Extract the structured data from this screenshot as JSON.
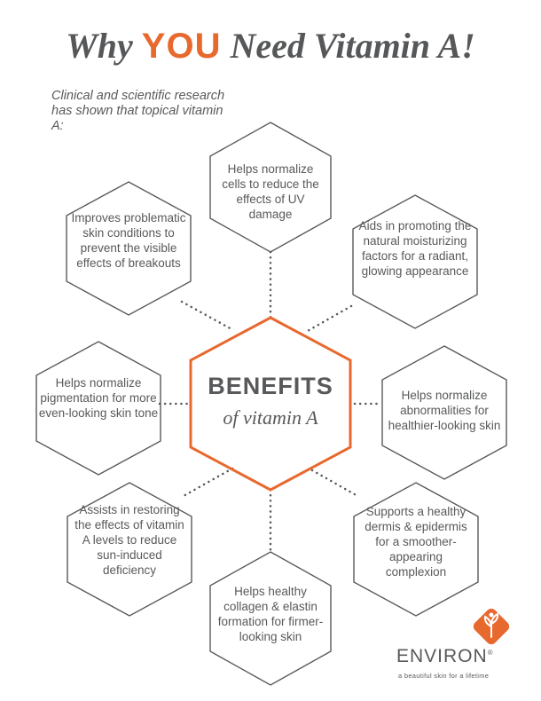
{
  "title": {
    "part1": "Why ",
    "highlight": "YOU",
    "part2": " Need Vitamin A!"
  },
  "intro": "Clinical and scientific research has shown that topical vitamin A:",
  "center": {
    "main": "BENEFITS",
    "sub": "of vitamin A"
  },
  "benefits": [
    "Helps normalize cells to reduce the effects of UV damage",
    "Aids in promoting the natural moisturizing factors for a radiant, glowing appearance",
    "Helps normalize abnormalities for healthier-looking skin",
    "Supports a healthy dermis & epidermis for a smoother-appearing complexion",
    "Helps healthy collagen & elastin formation for firmer-looking skin",
    "Assists in restoring the effects of vitamin A levels to reduce sun-induced deficiency",
    "Helps normalize pigmentation for more even-looking skin tone",
    "Improves problematic skin conditions to prevent the visible effects of breakouts"
  ],
  "brand": {
    "name": "ENVIRON",
    "mark": "®",
    "tagline": "a beautiful skin for a lifetime",
    "logo_icon": "leaf-logo-icon"
  },
  "colors": {
    "accent": "#e8692e",
    "text": "#58595b",
    "outline": "#58595b"
  }
}
